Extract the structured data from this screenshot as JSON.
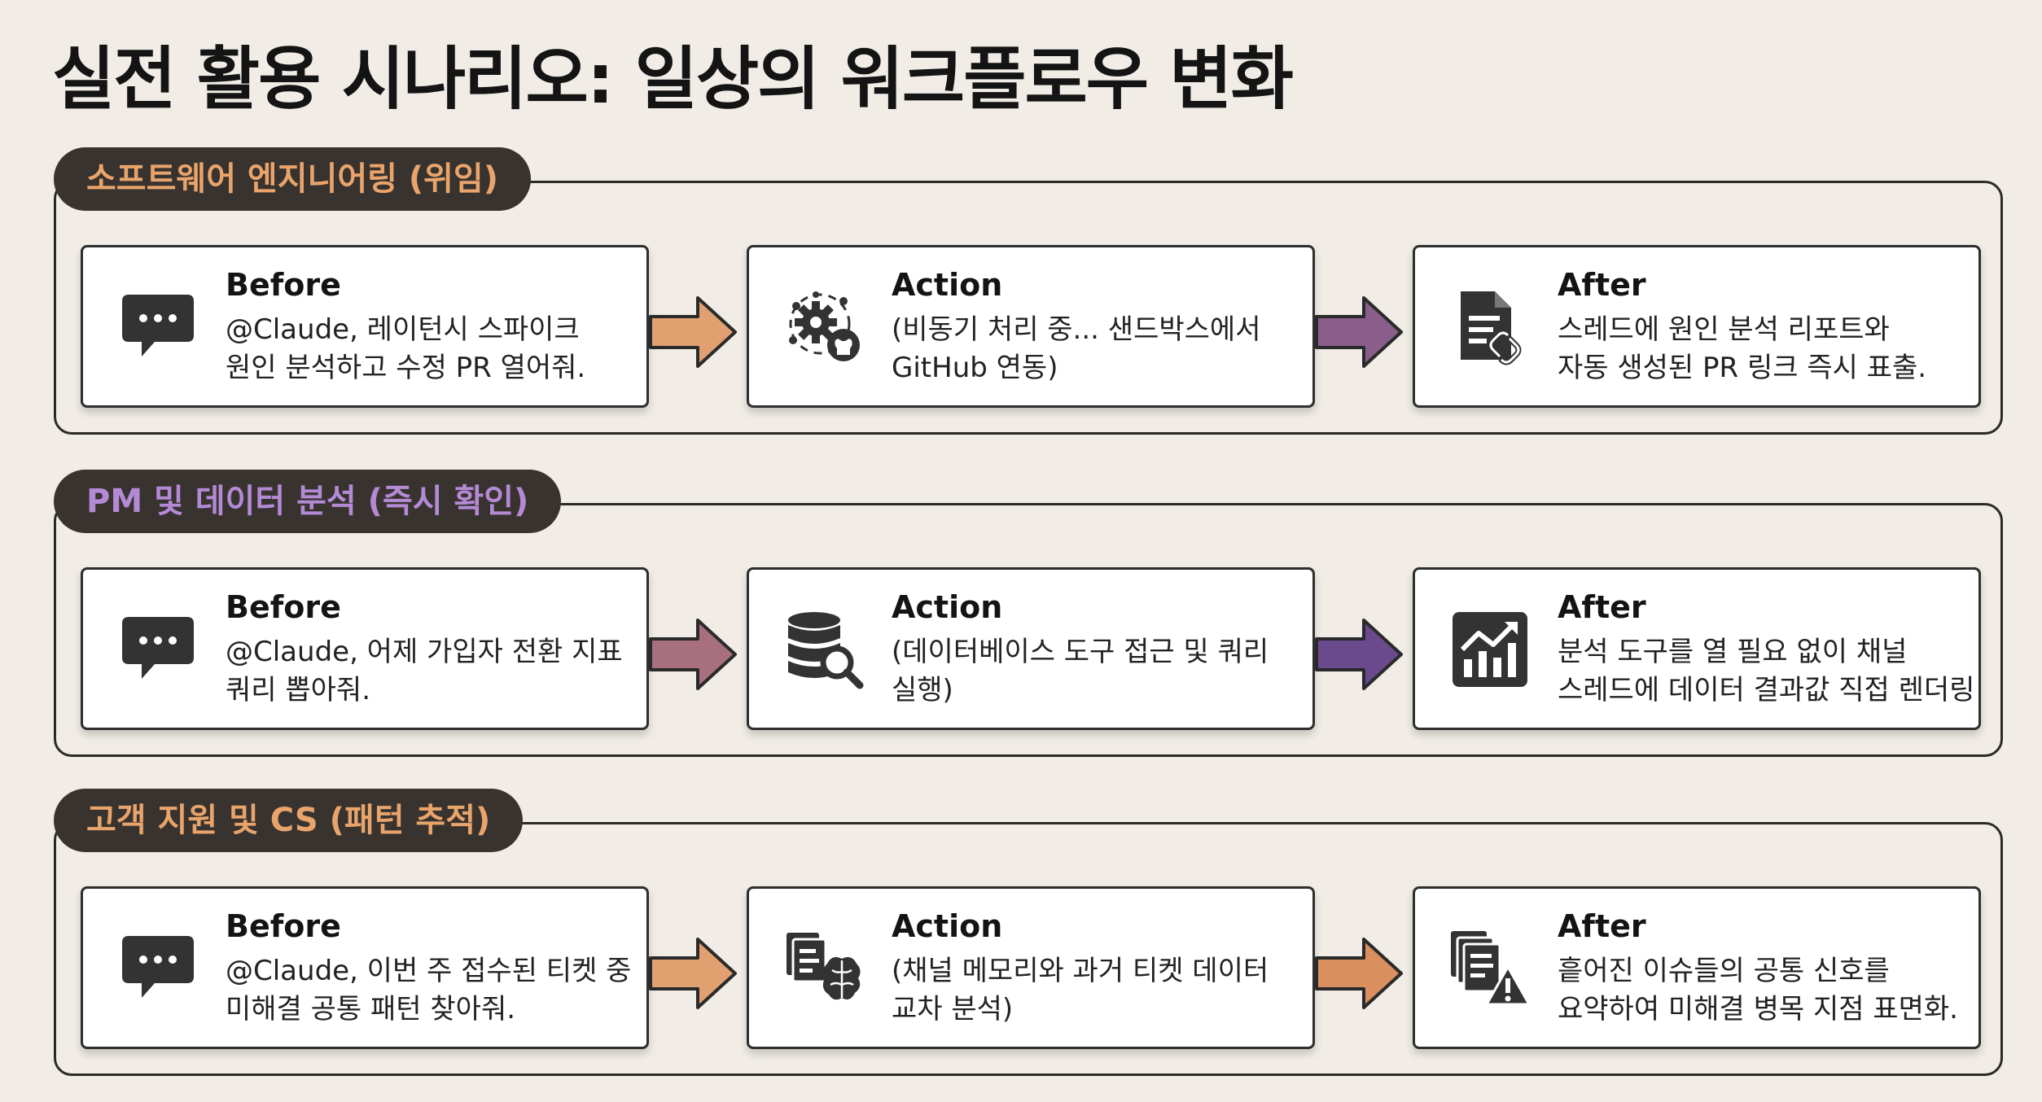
{
  "title": "실전 활용 시나리오: 일상의 워크플로우 변화",
  "sections": [
    {
      "tag": "소프트웨어 엔지니어링 (위임)",
      "tag_color": "#e9a46c",
      "arrow_colors": [
        "#e0a070",
        "#8a5e8a"
      ],
      "cards": [
        {
          "label": "Before",
          "text": "@Claude, 레이턴시 스파이크\n원인 분석하고 수정 PR 열어줘.",
          "icon": "chat-bubble-icon"
        },
        {
          "label": "Action",
          "text": "(비동기 처리 중... 샌드박스에서\nGitHub 연동)",
          "icon": "gear-github-icon"
        },
        {
          "label": "After",
          "text": "스레드에 원인 분석 리포트와\n자동 생성된 PR 링크 즉시 표출.",
          "icon": "document-link-icon"
        }
      ]
    },
    {
      "tag": "PM 및 데이터 분석 (즉시 확인)",
      "tag_color": "#b48ad6",
      "arrow_colors": [
        "#a8707e",
        "#6a4a8c"
      ],
      "cards": [
        {
          "label": "Before",
          "text": "@Claude, 어제 가입자 전환 지표\n쿼리 뽑아줘.",
          "icon": "chat-bubble-icon"
        },
        {
          "label": "Action",
          "text": "(데이터베이스 도구 접근 및 쿼리\n실행)",
          "icon": "database-search-icon"
        },
        {
          "label": "After",
          "text": "분석 도구를 열 필요 없이 채널\n스레드에 데이터 결과값 직접 렌더링",
          "icon": "chart-trend-icon"
        }
      ]
    },
    {
      "tag": "고객 지원 및 CS (패턴 추적)",
      "tag_color": "#e9a46c",
      "arrow_colors": [
        "#e0a070",
        "#d98f5e"
      ],
      "cards": [
        {
          "label": "Before",
          "text": "@Claude, 이번 주 접수된 티켓 중\n미해결 공통 패턴 찾아줘.",
          "icon": "chat-bubble-icon"
        },
        {
          "label": "Action",
          "text": "(채널 메모리와 과거 티켓 데이터\n교차 분석)",
          "icon": "documents-brain-icon"
        },
        {
          "label": "After",
          "text": "흩어진 이슈들의 공통 신호를\n요약하여 미해결 병목 지점 표면화.",
          "icon": "documents-warning-icon"
        }
      ]
    }
  ]
}
